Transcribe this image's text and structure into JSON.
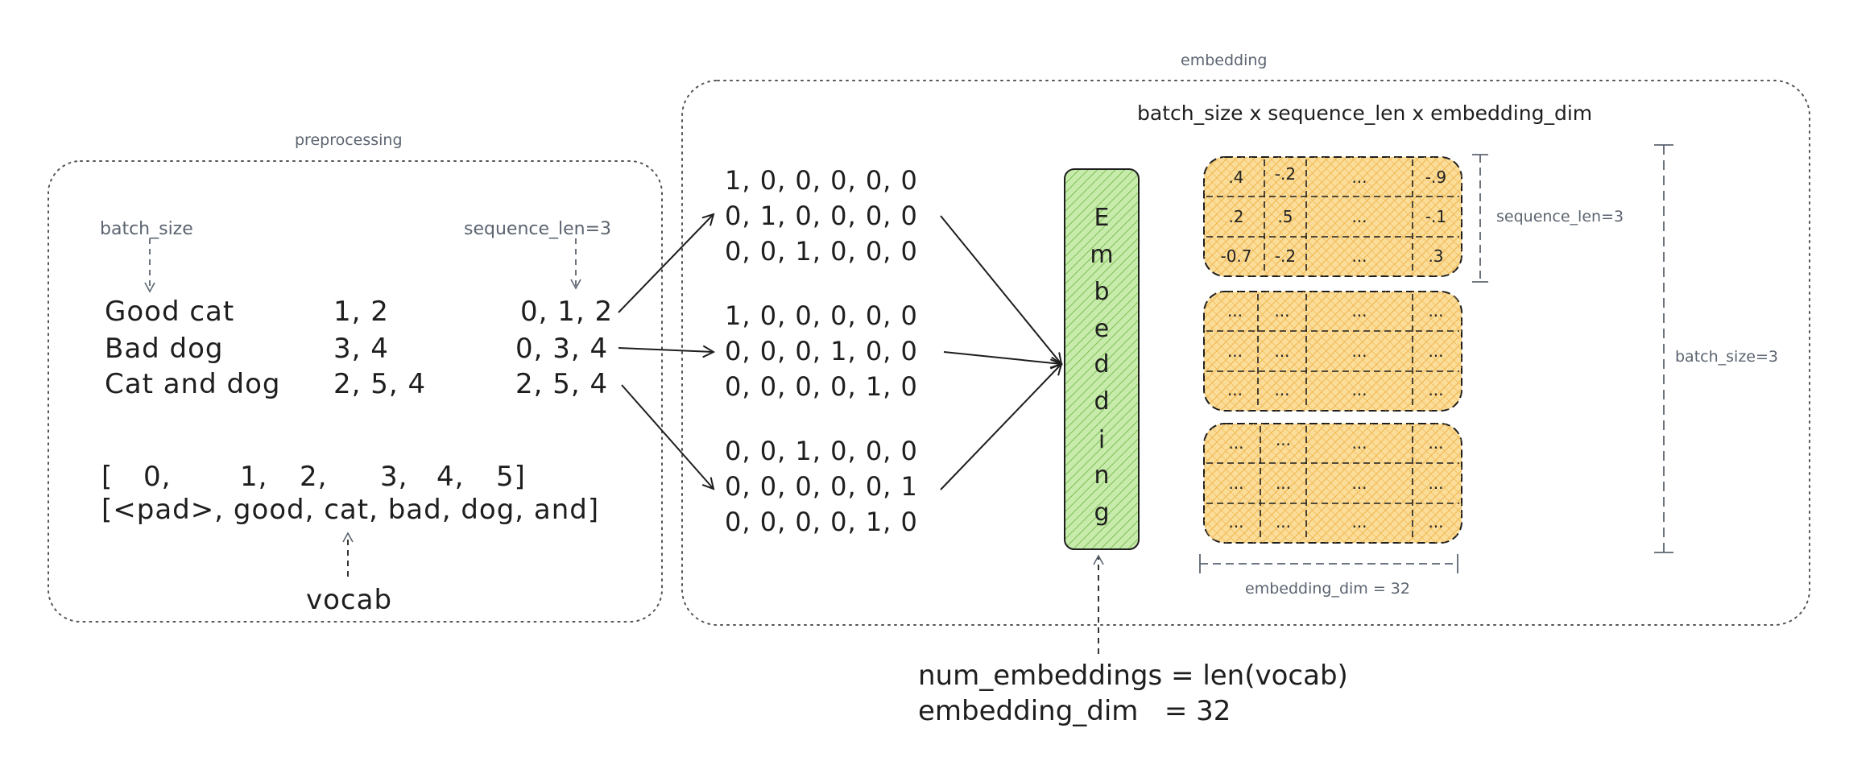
{
  "preprocessing": {
    "title": "preprocessing",
    "batch_size_label": "batch_size",
    "sequence_len_label": "sequence_len=3",
    "sentences": [
      "Good cat",
      "Bad dog",
      "Cat and dog"
    ],
    "token_ids": [
      "1, 2",
      "3, 4",
      "2, 5, 4"
    ],
    "padded_ids": [
      "0, 1, 2",
      "0, 3, 4",
      "2, 5, 4"
    ],
    "vocab_indices": [
      "[",
      "0,",
      "1,",
      "2,",
      "3,",
      "4,",
      "5]"
    ],
    "vocab_words": "[<pad>, good, cat, bad, dog, and]",
    "vocab_label": "vocab"
  },
  "embedding": {
    "title": "embedding",
    "shape_label": "batch_size x sequence_len x embedding_dim",
    "one_hot_groups": [
      [
        "1, 0, 0, 0, 0, 0",
        "0, 1, 0, 0, 0, 0",
        "0, 0, 1, 0, 0, 0"
      ],
      [
        "1, 0, 0, 0, 0, 0",
        "0, 0, 0, 1, 0, 0",
        "0, 0, 0, 0, 1, 0"
      ],
      [
        "0, 0, 1, 0, 0, 0",
        "0, 0, 0, 0, 0, 1",
        "0, 0, 0, 0, 1, 0"
      ]
    ],
    "layer_letters": [
      "E",
      "m",
      "b",
      "e",
      "d",
      "d",
      "i",
      "n",
      "g"
    ],
    "matrices": [
      [
        [
          ".4",
          "-.2",
          "...",
          "-.9"
        ],
        [
          ".2",
          ".5",
          "...",
          "-.1"
        ],
        [
          "-0.7",
          "-.2",
          "...",
          ".3"
        ]
      ],
      [
        [
          "...",
          "...",
          "...",
          "..."
        ],
        [
          "...",
          "...",
          "...",
          "..."
        ],
        [
          "...",
          "...",
          "...",
          "..."
        ]
      ],
      [
        [
          "...",
          "...",
          "...",
          "..."
        ],
        [
          "...",
          "...",
          "...",
          "..."
        ],
        [
          "...",
          "...",
          "...",
          "..."
        ]
      ]
    ],
    "sequence_len_label": "sequence_len=3",
    "batch_size_label": "batch_size=3",
    "embedding_dim_label": "embedding_dim = 32"
  },
  "params": {
    "line1": "num_embeddings = len(vocab)",
    "line2": "embedding_dim   = 32"
  },
  "colors": {
    "layer_fill": "#b2e08a",
    "matrix_fill": "#f7c96b",
    "stroke": "#1e1e1e",
    "muted": "#5b6470"
  }
}
